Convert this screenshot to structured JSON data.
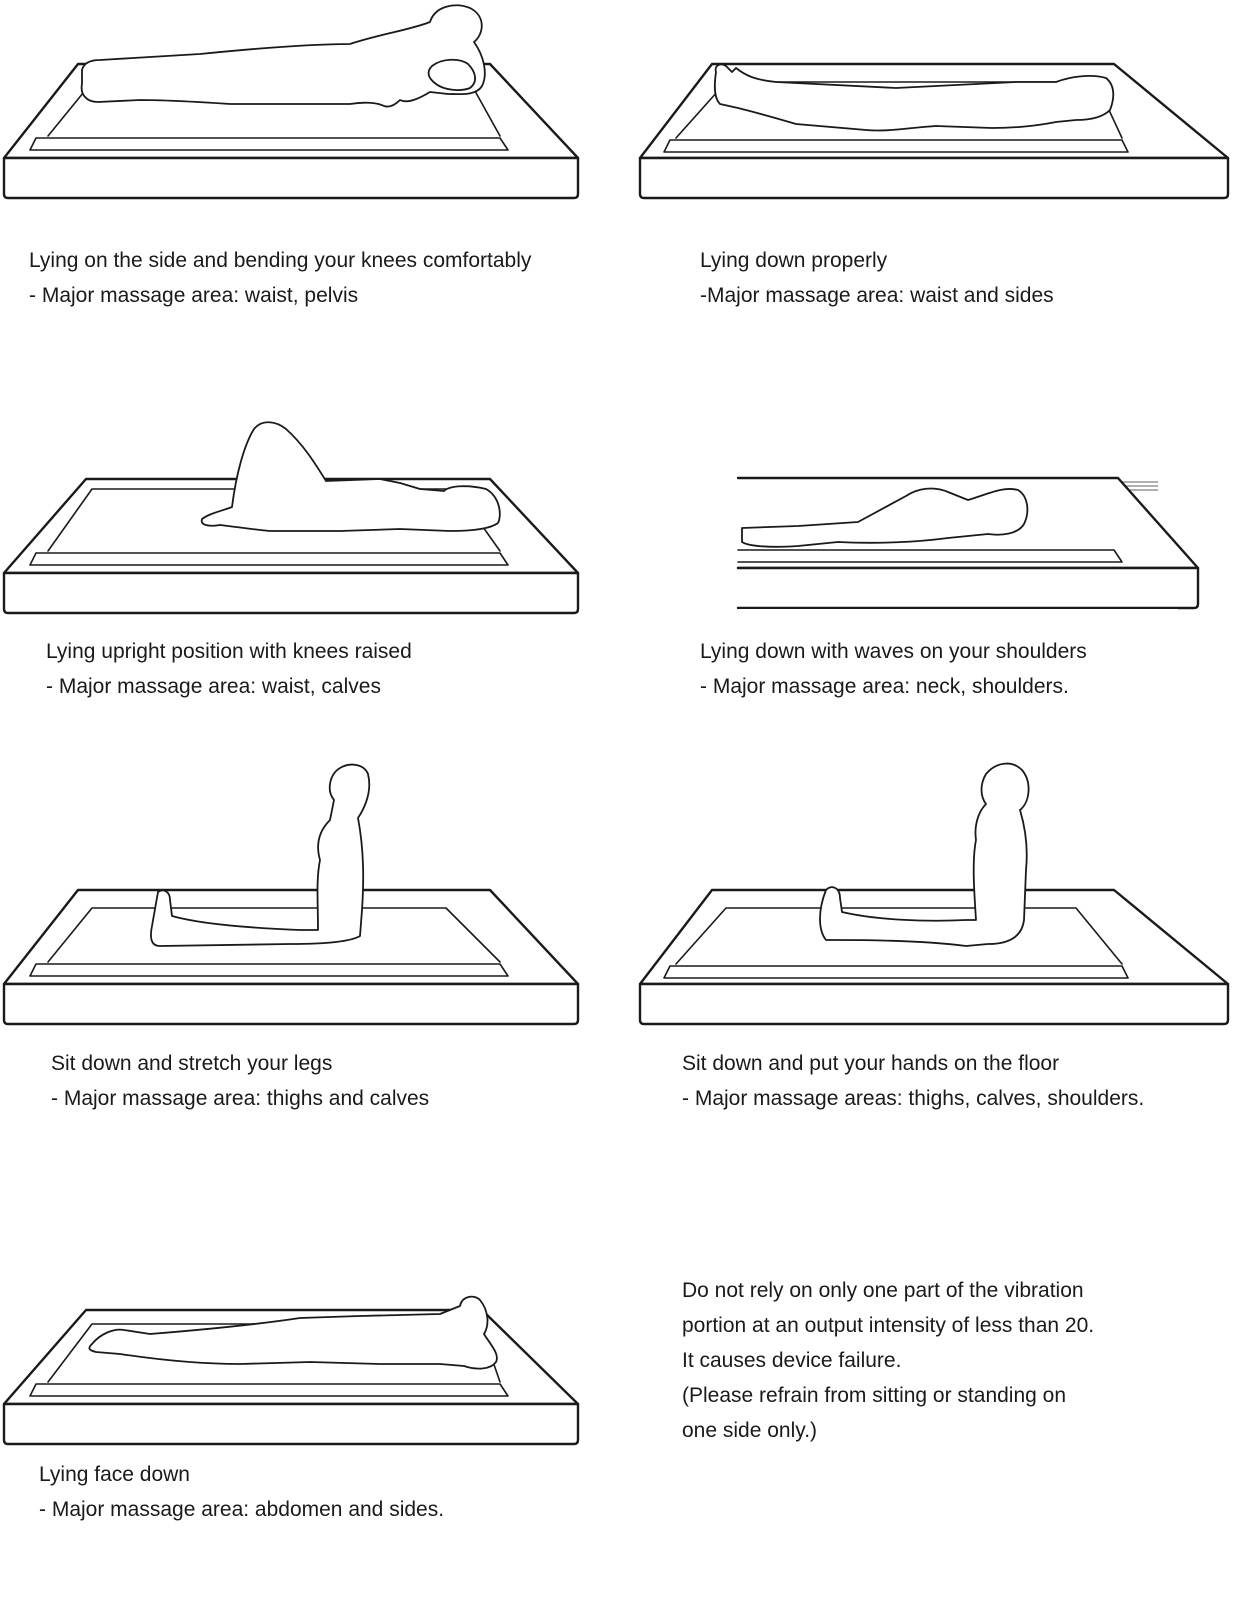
{
  "panels": [
    {
      "id": "side-lying",
      "figure": "person-lying-on-side-icon",
      "title": "Lying on the side and bending your knees comfortably",
      "area": "- Major massage area: waist, pelvis"
    },
    {
      "id": "lying-properly",
      "figure": "person-lying-on-back-icon",
      "title": "Lying down properly",
      "area": "-Major massage area: waist and sides"
    },
    {
      "id": "knees-raised",
      "figure": "person-lying-knees-raised-icon",
      "title": "Lying upright position with knees raised",
      "area": "- Major massage area: waist, calves"
    },
    {
      "id": "waves-shoulders",
      "figure": "person-lying-waves-icon",
      "title": "Lying down with waves on your shoulders",
      "area": "- Major massage area: neck, shoulders."
    },
    {
      "id": "sit-stretch",
      "figure": "person-sitting-legs-stretched-icon",
      "title": "Sit down and stretch your legs",
      "area": "- Major massage area: thighs and calves"
    },
    {
      "id": "sit-hands-floor",
      "figure": "person-sitting-hands-on-floor-icon",
      "title": "Sit down and put your hands on the floor",
      "area": "- Major massage areas: thighs, calves, shoulders."
    },
    {
      "id": "face-down",
      "figure": "person-lying-face-down-icon",
      "title": "Lying face down",
      "area": "- Major massage area: abdomen and sides."
    }
  ],
  "warning": {
    "lines": [
      "Do not rely on only one part of the vibration",
      "portion at an output intensity of less than 20.",
      "It causes device failure.",
      "(Please refrain from sitting or standing on",
      "one side only.)"
    ]
  }
}
